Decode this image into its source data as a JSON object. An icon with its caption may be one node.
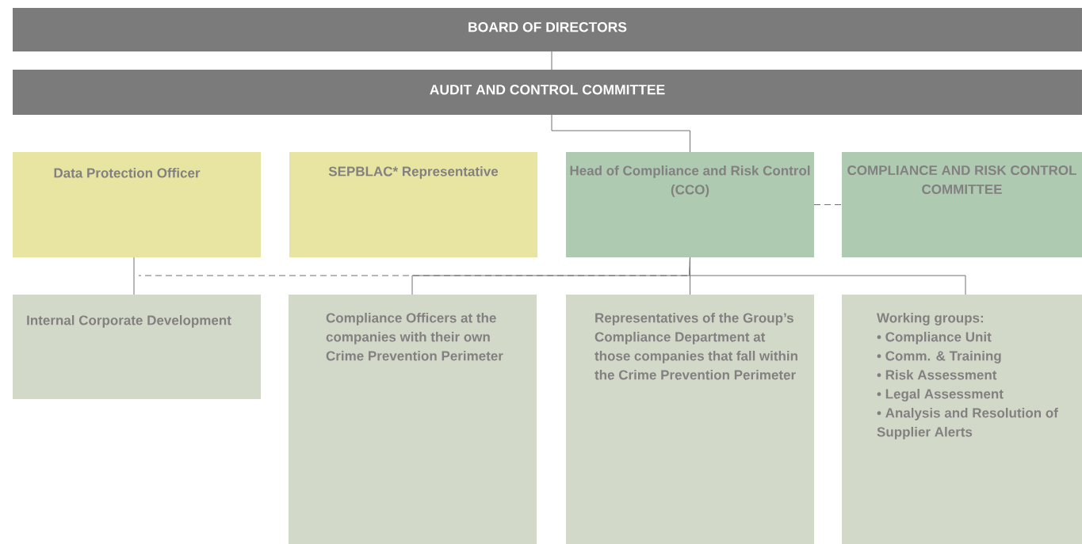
{
  "diagram": {
    "nodes": [
      {
        "text": [
          "BOARD OF DIRECTORS"
        ]
      },
      {
        "text": [
          "AUDIT AND CONTROL COMMITTEE"
        ]
      },
      {
        "text": [
          "Data Protection Officer"
        ]
      },
      {
        "text": [
          "SEPBLAC* Representative"
        ]
      },
      {
        "text": [
          "Head of Compliance and Risk Control (CCO)"
        ]
      },
      {
        "text": [
          "COMPLIANCE AND RISK CONTROL COMMITTEE"
        ]
      },
      {
        "text": [
          "Internal Corporate Development"
        ]
      },
      {
        "text": [
          "Compliance Officers at the companies with their own Crime Prevention Perimeter"
        ]
      },
      {
        "text": [
          "Representatives of the Group’s Compliance Department at those companies that fall within the Crime Prevention Perimeter"
        ]
      },
      {
        "text": [
          "Working groups:",
          "• Compliance Unit",
          "• Comm. & Training",
          "• Risk Assessment",
          "• Legal Assessment",
          "• Analysis and Resolution of Supplier Alerts"
        ]
      }
    ],
    "edges": [
      {
        "from": 0,
        "to": 1,
        "arrow": "none"
      },
      {
        "from": 1,
        "to": 4,
        "arrow": "none"
      },
      {
        "from": 4,
        "to": 5,
        "arrow": "none",
        "style": "dashed"
      },
      {
        "from": 2,
        "to": 6,
        "arrow": "none"
      },
      {
        "from": 4,
        "to": 7,
        "arrow": "none"
      },
      {
        "from": 4,
        "to": 8,
        "arrow": "none"
      },
      {
        "from": 4,
        "to": 9,
        "arrow": "none"
      },
      {
        "from": 4,
        "to": 6,
        "arrow": "none",
        "style": "dashed"
      }
    ]
  }
}
